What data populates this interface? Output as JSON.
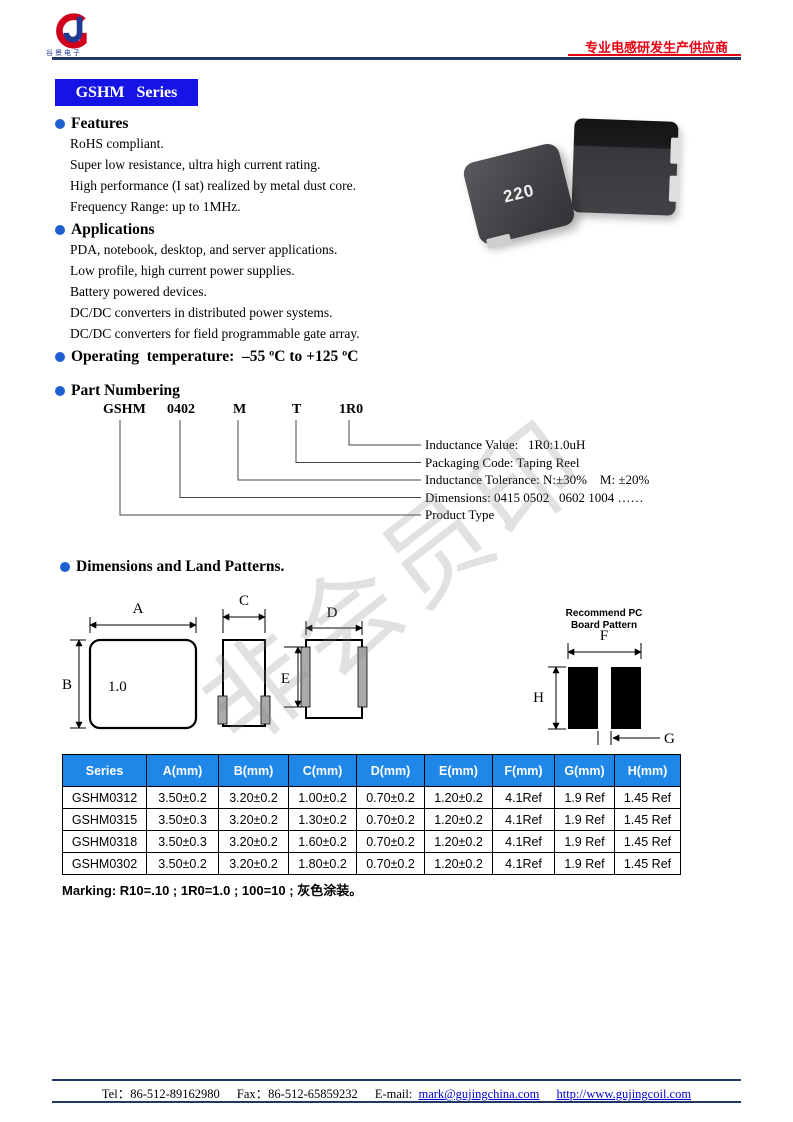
{
  "colors": {
    "accent_blue": "#1514e4",
    "table_header_blue": "#1e87e8",
    "rule_navy": "#1f3864",
    "brand_red": "#e60012"
  },
  "header": {
    "logo_caption": "谷景电子",
    "slogan": "专业电感研发生产供应商"
  },
  "title_box": {
    "label": "GSHM   Series"
  },
  "features": {
    "heading": "Features",
    "items": [
      "RoHS compliant.",
      "Super low resistance, ultra high current rating.",
      "High performance (I sat) realized by metal dust core.",
      "Frequency Range: up to 1MHz."
    ]
  },
  "applications": {
    "heading": "Applications",
    "items": [
      "PDA, notebook, desktop, and server applications.",
      "Low profile, high current power supplies.",
      "Battery powered devices.",
      "DC/DC converters in distributed power systems.",
      "DC/DC converters for field programmable gate array."
    ]
  },
  "operating_temperature": {
    "heading": "Operating  temperature:  –55 ºC to +125 ºC"
  },
  "part_numbering": {
    "heading": "Part Numbering",
    "codes": [
      "GSHM",
      "0402",
      "M",
      "T",
      "1R0"
    ],
    "labels": [
      "Inductance Value:   1R0:1.0uH",
      "Packaging Code: Taping Reel",
      "Inductance Tolerance: N:±30%    M: ±20%",
      "Dimensions: 0415 0502   0602 1004 ……",
      "Product Type"
    ]
  },
  "dimensions_section": {
    "heading": "Dimensions and Land Patterns.",
    "chip_label": "1.0",
    "pcb_note": "Recommend PC Board Pattern",
    "dims": {
      "A": "A",
      "B": "B",
      "C": "C",
      "D": "D",
      "E": "E",
      "F": "F",
      "G": "G",
      "H": "H"
    }
  },
  "product_image": {
    "marking": "220"
  },
  "table": {
    "headers": [
      "Series",
      "A(mm)",
      "B(mm)",
      "C(mm)",
      "D(mm)",
      "E(mm)",
      "F(mm)",
      "G(mm)",
      "H(mm)"
    ],
    "rows": [
      [
        "GSHM0312",
        "3.50±0.2",
        "3.20±0.2",
        "1.00±0.2",
        "0.70±0.2",
        "1.20±0.2",
        "4.1Ref",
        "1.9 Ref",
        "1.45 Ref"
      ],
      [
        "GSHM0315",
        "3.50±0.3",
        "3.20±0.2",
        "1.30±0.2",
        "0.70±0.2",
        "1.20±0.2",
        "4.1Ref",
        "1.9 Ref",
        "1.45 Ref"
      ],
      [
        "GSHM0318",
        "3.50±0.3",
        "3.20±0.2",
        "1.60±0.2",
        "0.70±0.2",
        "1.20±0.2",
        "4.1Ref",
        "1.9 Ref",
        "1.45 Ref"
      ],
      [
        "GSHM0302",
        "3.50±0.2",
        "3.20±0.2",
        "1.80±0.2",
        "0.70±0.2",
        "1.20±0.2",
        "4.1Ref",
        "1.9 Ref",
        "1.45 Ref"
      ]
    ]
  },
  "marking_note": "Marking: R10=.10 ; 1R0=1.0 ; 100=10 ; 灰色涂装。",
  "watermark": {
    "text": "非会员印"
  },
  "footer": {
    "tel": "Tel：86-512-89162980",
    "fax": "Fax：86-512-65859232",
    "email_label": "E-mail:",
    "email": "mark@gujingchina.com",
    "url": "http://www.gujingcoil.com"
  }
}
